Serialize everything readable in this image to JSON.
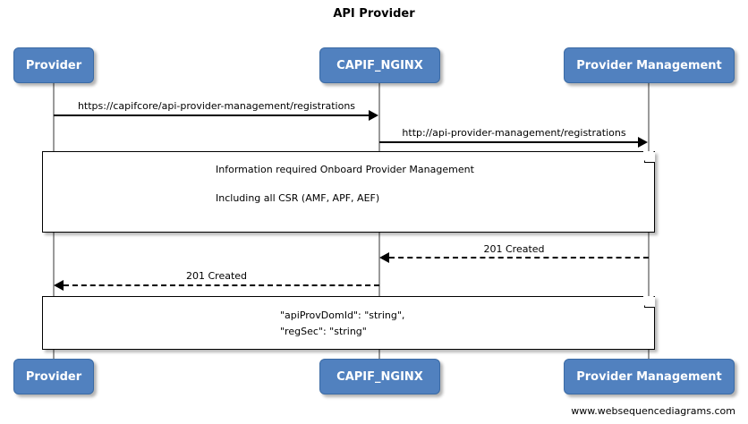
{
  "diagram": {
    "title": "API Provider",
    "footer": "www.websequencediagrams.com",
    "accent_color": "#5181bf",
    "accent_border_color": "#3b6ba5",
    "lifeline_color": "#9a9a9a",
    "line_color": "#000000",
    "note_background": "#ffffff"
  },
  "participants": [
    {
      "id": "provider",
      "label": "Provider"
    },
    {
      "id": "capif_nginx",
      "label": "CAPIF_NGINX"
    },
    {
      "id": "provider_management",
      "label": "Provider Management"
    }
  ],
  "messages": [
    {
      "id": "msg1",
      "label": "https://capifcore/api-provider-management/registrations",
      "from": "provider",
      "to": "capif_nginx",
      "style": "solid",
      "direction": "right"
    },
    {
      "id": "msg2",
      "label": "http://api-provider-management/registrations",
      "from": "capif_nginx",
      "to": "provider_management",
      "style": "solid",
      "direction": "right"
    },
    {
      "id": "msg3",
      "label": "201 Created",
      "from": "provider_management",
      "to": "capif_nginx",
      "style": "dashed",
      "direction": "left"
    },
    {
      "id": "msg4",
      "label": "201 Created",
      "from": "capif_nginx",
      "to": "provider",
      "style": "dashed",
      "direction": "left"
    }
  ],
  "notes": [
    {
      "id": "note1",
      "line1": "Information required Onboard Provider Management",
      "line2": "Including all CSR (AMF, APF, AEF)"
    },
    {
      "id": "note2",
      "line1": "\"apiProvDomId\": \"string\",",
      "line2": "\"regSec\": \"string\""
    }
  ]
}
